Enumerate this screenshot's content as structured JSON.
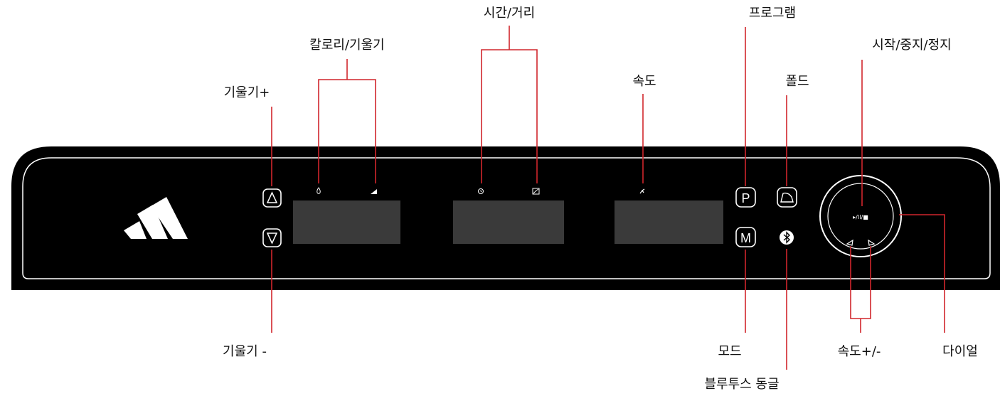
{
  "labels": {
    "incline_up": "기울기+",
    "incline_down": "기울기 -",
    "calorie_incline": "칼로리/기울기",
    "time_distance": "시간/거리",
    "speed": "속도",
    "program": "프로그램",
    "fold": "폴드",
    "start_pause_stop": "시작/중지/정지",
    "mode": "모드",
    "bluetooth_dongle": "블루투스 동글",
    "speed_plus_minus": "속도+/-",
    "dial": "다이얼"
  },
  "buttons": {
    "program_key": "P",
    "mode_key": "M",
    "start_pause_stop_glyph": "▸/II/■"
  },
  "colors": {
    "panel": "#000000",
    "panel_border": "#ffffff",
    "display": "#3a3a3a",
    "leader": "#d0262c",
    "label_text": "#111111"
  },
  "icons": {
    "logo": "adidas-three-bars-logo",
    "calorie": "flame-icon",
    "incline": "incline-ramp-icon",
    "time": "clock-icon",
    "distance": "distance-icon",
    "speed": "running-figure-icon",
    "fold": "fold-icon",
    "bluetooth": "bluetooth-icon",
    "incline_up": "triangle-up-icon",
    "incline_down": "triangle-down-icon"
  }
}
